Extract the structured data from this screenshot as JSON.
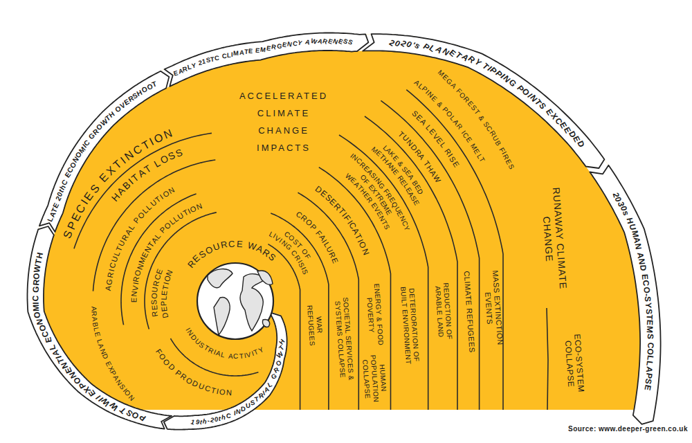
{
  "diagram": {
    "nodes": [
      {
        "text": [
          "19th-20thC INDUSTRIAL GROWTH"
        ]
      },
      {
        "text": [
          "POST WWII EXPONENTIAL ECONOMIC GROWTH"
        ]
      },
      {
        "text": [
          "LATE 20thC ECONOMIC GROWTH OVERSHOOT"
        ]
      },
      {
        "text": [
          "EARLY 21STC CLIMATE EMERGENCY AWARENESS"
        ]
      },
      {
        "text": [
          "2020's PLANETARY TIPPING POINTS EXCEEDED"
        ]
      },
      {
        "text": [
          "2030s HUMAN AND ECO-SYSTEMS COLLAPSE"
        ]
      }
    ],
    "labels": [
      "ACCELERATED CLIMATE CHANGE IMPACTS",
      "SPECIES EXTINCTION",
      "HABITAT LOSS",
      "AGRICULTURAL POLLUTION",
      "ENVIRONMENTAL POLLUTION",
      "RESOURCE DEPLETION",
      "ARABLE LAND EXPANSION",
      "FOOD PRODUCTION",
      "INDUSTRIAL ACTIVITY",
      "RESOURCE WARS",
      "COST OF LIVING CRISIS",
      "CROP FAILURE",
      "DESERTIFICATION",
      "INCREASING FREQUENCY OF EXTREME WEATHER EVENTS",
      "LAKE & SEA BED METHANE RELEASE",
      "TUNDRA THAW",
      "SEA LEVEL RISE",
      "ALPINE & POLAR ICE MELT",
      "MEGA FOREST & SCRUB FIRES",
      "WAR REFUGEES",
      "SOCIETAL SERVICES & SYSTEMS COLLAPSE",
      "ENERGY & FOOD POVERTY",
      "HUMAN POPULATION COLLAPSE",
      "DETERIORATION OF BUILT ENVIRONMENT",
      "REDUCTION OF ARABLE LAND",
      "CLIMATE REFUGEES",
      "MASS EXTINCTION EVENTS",
      "RUNAWAY CLIMATE CHANGE",
      "ECO-SYSTEM COLLAPSE",
      "Source: www.deeper-green.co.uk"
    ]
  }
}
